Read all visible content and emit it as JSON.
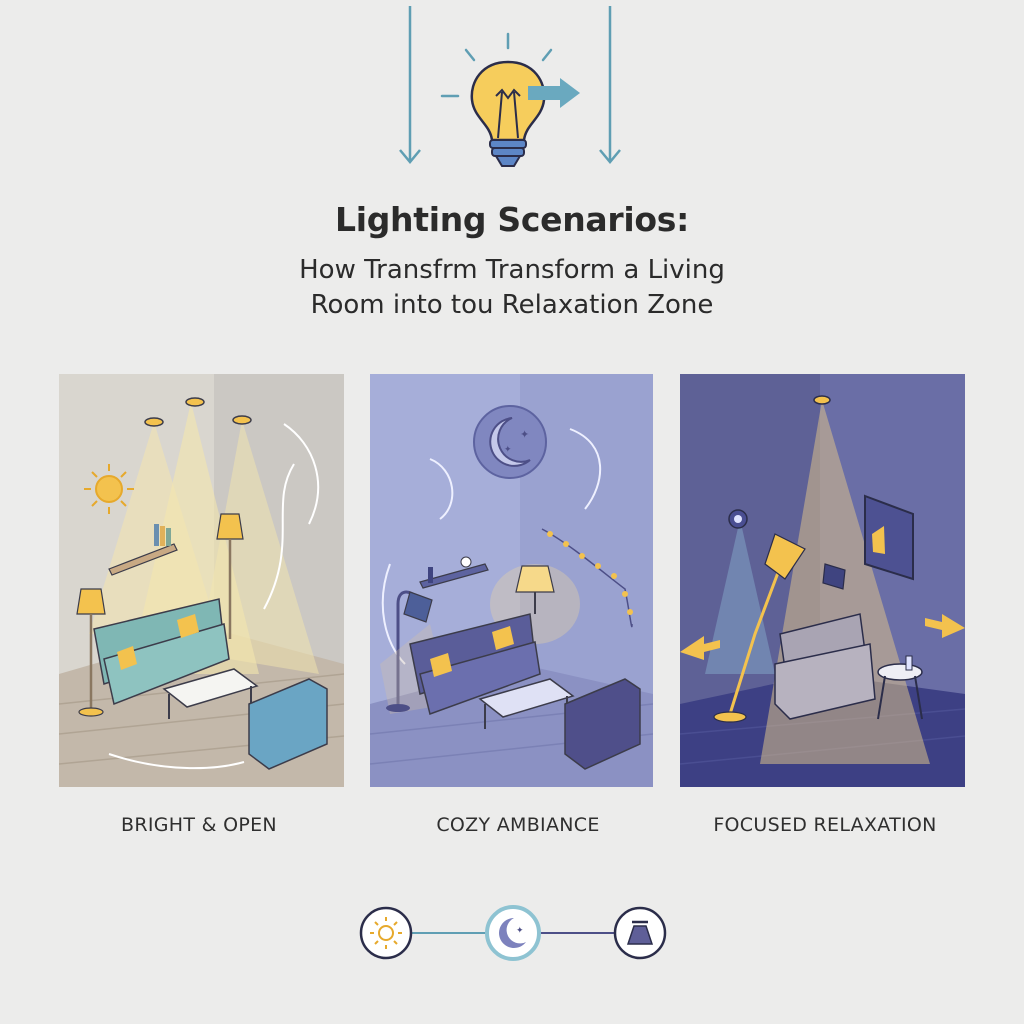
{
  "header": {
    "title": "Lighting Scenarios:",
    "subtitle_line1": "How Transfrm Transform a Living",
    "subtitle_line2": "Room into tou Relaxation Zone"
  },
  "icons": {
    "header": "lightbulb-icon",
    "progress": [
      "sun-icon",
      "moon-icon",
      "ceiling-lamp-icon"
    ]
  },
  "scenarios": [
    {
      "label": "BRIGHT & OPEN",
      "icon": "sun-icon"
    },
    {
      "label": "COZY AMBIANCE",
      "icon": "moon-icon"
    },
    {
      "label": "FOCUSED RELAXATION",
      "icon": "ceiling-lamp-icon"
    }
  ],
  "colors": {
    "background": "#ececeb",
    "accent_teal": "#5f9eb3",
    "accent_yellow": "#f3c24e",
    "accent_indigo": "#4d4f87"
  }
}
